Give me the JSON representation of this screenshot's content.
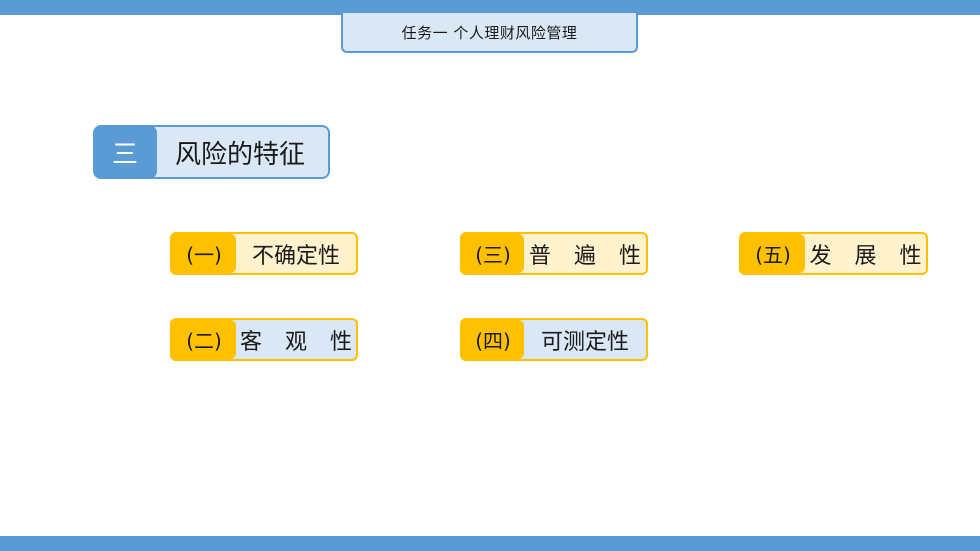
{
  "header": {
    "title": "任务一 个人理财风险管理"
  },
  "section": {
    "number": "三",
    "title": "风险的特征"
  },
  "items": [
    {
      "num": "(一)",
      "label": "不确定性"
    },
    {
      "num": "(二)",
      "label": "客 观 性"
    },
    {
      "num": "(三)",
      "label": "普 遍 性"
    },
    {
      "num": "(四)",
      "label": "可测定性"
    },
    {
      "num": "(五)",
      "label": "发 展 性"
    }
  ],
  "colors": {
    "accent_blue": "#5b9bd5",
    "light_blue": "#dae8f5",
    "accent_orange": "#ffc000",
    "light_yellow": "#fff2cc"
  }
}
